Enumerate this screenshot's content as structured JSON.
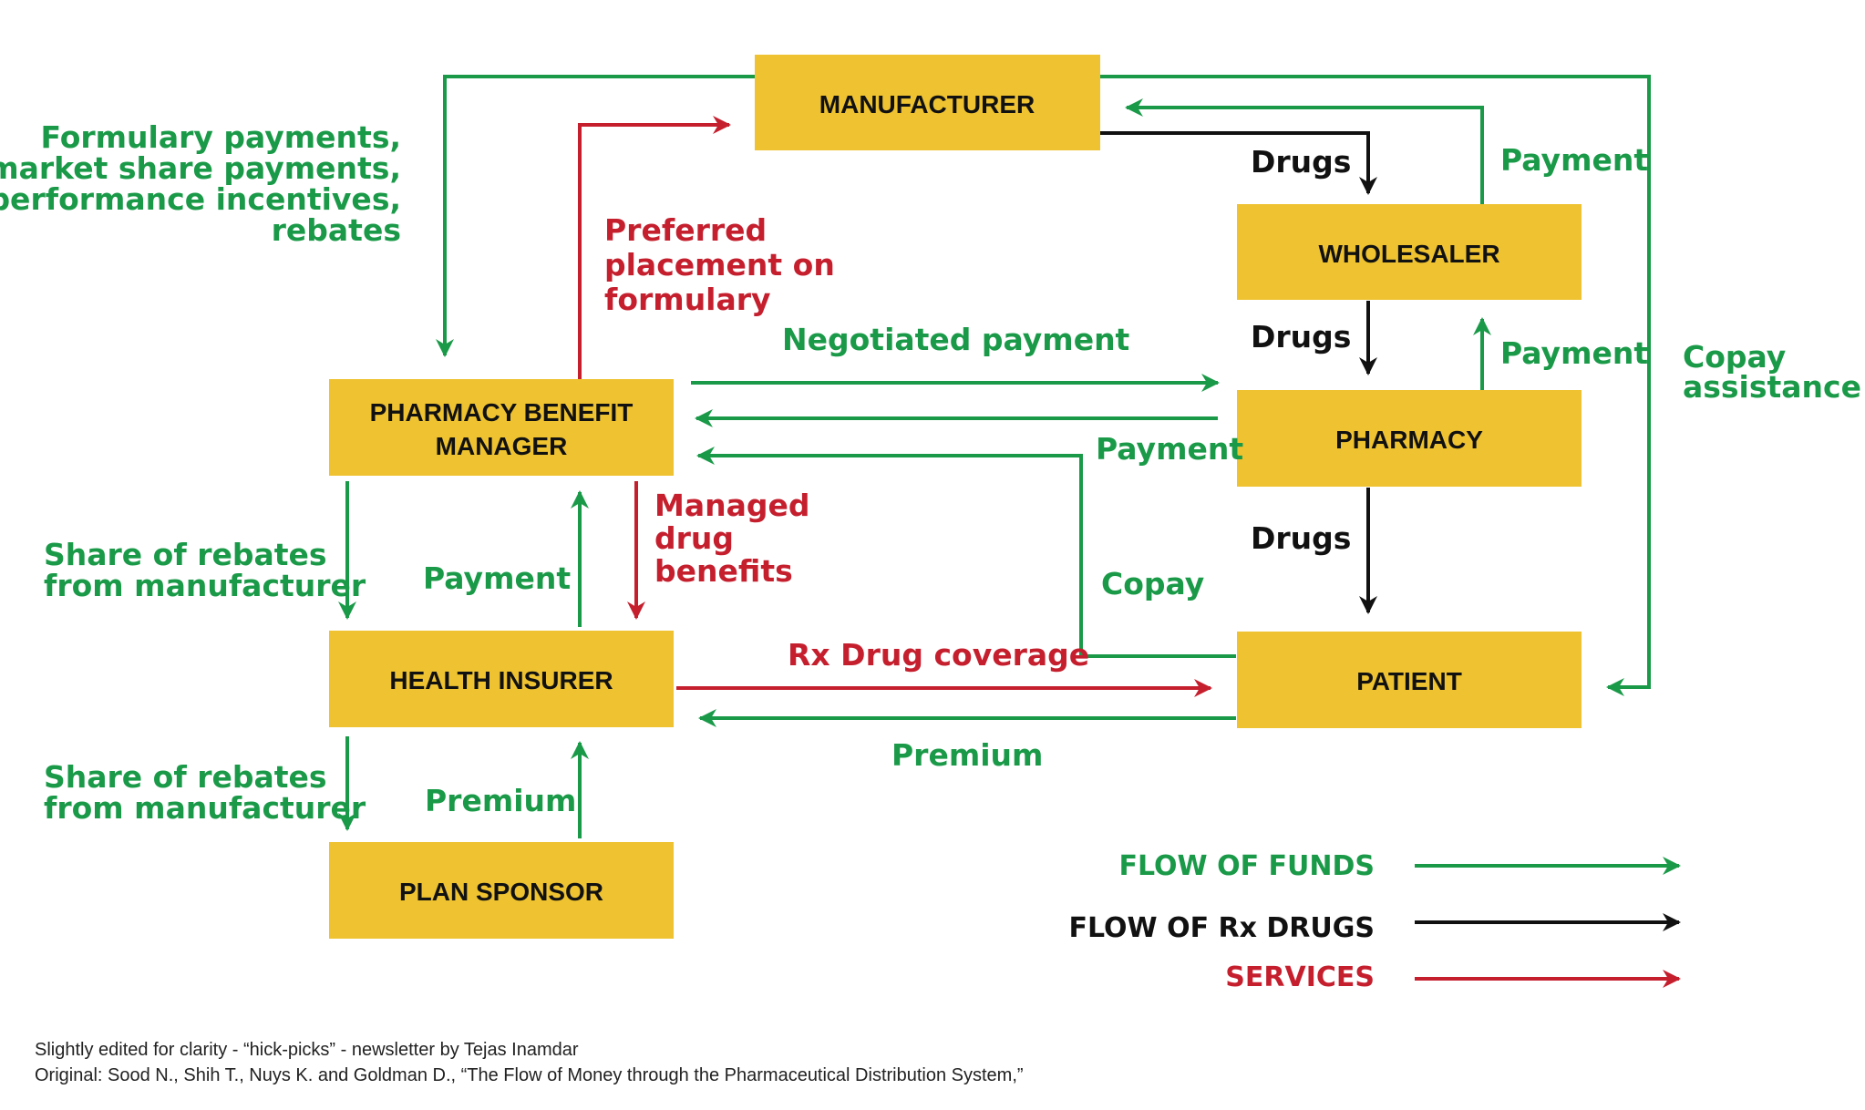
{
  "colors": {
    "funds": "#1a9a48",
    "drugs": "#111111",
    "services": "#c51f2e",
    "box": "#eec230"
  },
  "nodes": {
    "manufacturer": "MANUFACTURER",
    "wholesaler": "WHOLESALER",
    "pharmacy": "PHARMACY",
    "pbm_line1": "PHARMACY BENEFIT",
    "pbm_line2": "MANAGER",
    "health_insurer": "HEALTH INSURER",
    "patient": "PATIENT",
    "plan_sponsor": "PLAN SPONSOR"
  },
  "labels": {
    "formulary": [
      "Formulary payments,",
      "market share payments,",
      "performance incentives,",
      "rebates"
    ],
    "preferred_placement": [
      "Preferred",
      "placement on",
      "formulary"
    ],
    "drugs_mfr_wholesaler": "Drugs",
    "payment_wholesaler_mfr": "Payment",
    "drugs_wholesaler_pharmacy": "Drugs",
    "payment_pharmacy_wholesaler": "Payment",
    "copay_assistance": [
      "Copay",
      "assistance"
    ],
    "negotiated_payment": "Negotiated payment",
    "payment_pharmacy_pbm": "Payment",
    "drugs_pharmacy_patient": "Drugs",
    "copay": "Copay",
    "share_rebates_1": [
      "Share of rebates",
      "from manufacturer"
    ],
    "payment_insurer_pbm": "Payment",
    "managed_benefits": [
      "Managed",
      "drug",
      "benefits"
    ],
    "rx_coverage": "Rx Drug coverage",
    "premium_patient_insurer": "Premium",
    "share_rebates_2": [
      "Share of rebates",
      "from manufacturer"
    ],
    "premium_sponsor_insurer": "Premium"
  },
  "legend": {
    "funds": "FLOW OF FUNDS",
    "drugs": "FLOW OF Rx DRUGS",
    "services": "SERVICES"
  },
  "credits": {
    "line1": "Slightly edited for clarity - “hick-picks” - newsletter by Tejas Inamdar",
    "line2": "Original: Sood N., Shih T., Nuys K. and Goldman D., “The Flow of Money through the Pharmaceutical Distribution System,”"
  }
}
